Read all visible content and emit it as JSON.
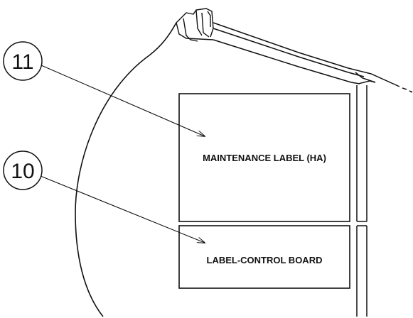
{
  "callouts": [
    {
      "number": "11"
    },
    {
      "number": "10"
    }
  ],
  "labels": {
    "maintenance": "MAINTENANCE LABEL (HA)",
    "control_board": "LABEL-CONTROL BOARD"
  },
  "colors": {
    "line": "#111111",
    "background": "#ffffff"
  }
}
